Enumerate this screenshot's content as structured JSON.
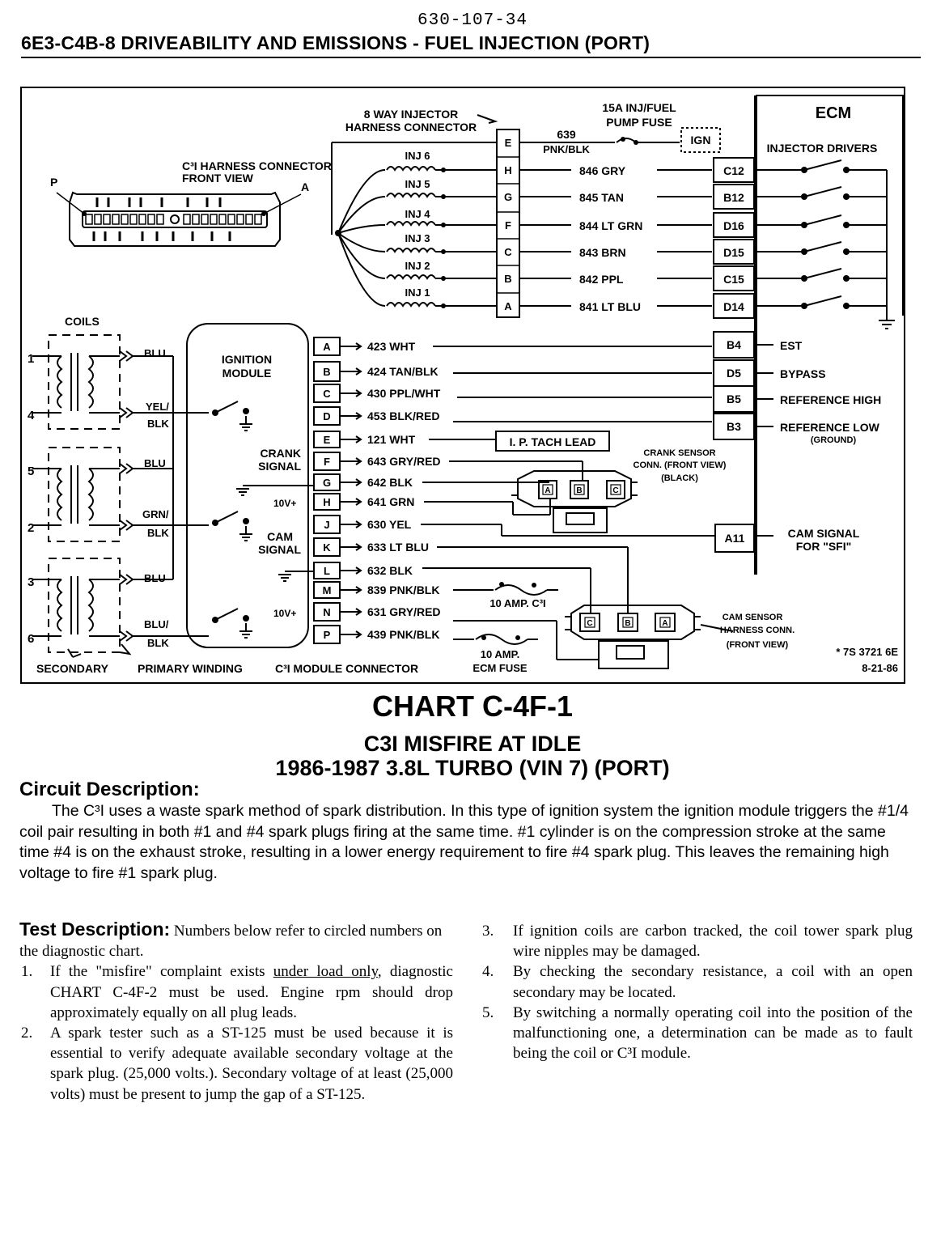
{
  "page": {
    "number": "630-107-34",
    "section_header": "6E3-C4B-8  DRIVEABILITY AND EMISSIONS - FUEL INJECTION (PORT)"
  },
  "diagram": {
    "c3i_connector": {
      "title_line1": "C³I HARNESS CONNECTOR",
      "title_line2": "FRONT VIEW",
      "pin_left": "P",
      "pin_right": "A"
    },
    "coils": {
      "label": "COILS",
      "numbers": [
        "1",
        "4",
        "5",
        "2",
        "3",
        "6"
      ],
      "wire_labels": [
        "BLU",
        "YEL/",
        "BLK",
        "BLU",
        "GRN/",
        "BLK",
        "BLU",
        "BLU/",
        "BLK"
      ],
      "secondary_label": "SECONDARY",
      "primary_label": "PRIMARY WINDING"
    },
    "ignition_module": {
      "title_line1": "IGNITION",
      "title_line2": "MODULE",
      "crank_line1": "CRANK",
      "crank_line2": "SIGNAL",
      "cam_line1": "CAM",
      "cam_line2": "SIGNAL",
      "v10_a": "10V+",
      "v10_b": "10V+",
      "connector_label": "C³I MODULE CONNECTOR"
    },
    "module_pins": [
      "A",
      "B",
      "C",
      "D",
      "E",
      "F",
      "G",
      "H",
      "J",
      "K",
      "L",
      "M",
      "N",
      "P"
    ],
    "module_wires": [
      "423 WHT",
      "424 TAN/BLK",
      "430 PPL/WHT",
      "453 BLK/RED",
      "121 WHT",
      "643 GRY/RED",
      "642 BLK",
      "641 GRN",
      "630 YEL",
      "633 LT BLU",
      "632 BLK",
      "839 PNK/BLK",
      "631 GRY/RED",
      "439 PNK/BLK"
    ],
    "injector_harness": {
      "label_line1": "8 WAY INJECTOR",
      "label_line2": "HARNESS CONNECTOR",
      "pins": [
        "E",
        "H",
        "G",
        "F",
        "C",
        "B",
        "A"
      ],
      "injectors": [
        "INJ 6",
        "INJ 5",
        "INJ 4",
        "INJ 3",
        "INJ 2",
        "INJ 1"
      ],
      "wires": [
        "846 GRY",
        "845 TAN",
        "844 LT GRN",
        "843 BRN",
        "842 PPL",
        "841 LT BLU"
      ],
      "power_wire_num": "639",
      "power_wire_color": "PNK/BLK"
    },
    "fuse_inj": {
      "line1": "15A INJ/FUEL",
      "line2": "PUMP FUSE",
      "ign": "IGN"
    },
    "ecm": {
      "title": "ECM",
      "injector_drivers": "INJECTOR DRIVERS",
      "driver_pins": [
        "C12",
        "B12",
        "D16",
        "D15",
        "C15",
        "D14"
      ],
      "signal_pins": [
        "B4",
        "D5",
        "B5",
        "B3"
      ],
      "signal_labels": [
        "EST",
        "BYPASS",
        "REFERENCE HIGH",
        "REFERENCE LOW"
      ],
      "ground_note": "(GROUND)",
      "cam_pin": "A11",
      "cam_label_line1": "CAM SIGNAL",
      "cam_label_line2": "FOR \"SFI\""
    },
    "tach_lead": "I. P. TACH LEAD",
    "crank_sensor": {
      "line1": "CRANK SENSOR",
      "line2": "CONN. (FRONT VIEW)",
      "line3": "(BLACK)",
      "pins": [
        "A",
        "B",
        "C"
      ]
    },
    "cam_sensor": {
      "line1": "CAM SENSOR",
      "line2": "HARNESS CONN.",
      "line3": "(FRONT VIEW)",
      "pins": [
        "C",
        "B",
        "A"
      ]
    },
    "fuse_c3i": "10 AMP. C³I",
    "fuse_ecm_line1": "10 AMP.",
    "fuse_ecm_line2": "ECM FUSE",
    "drawing_number": "* 7S 3721 6E",
    "drawing_date": "8-21-86"
  },
  "chart": {
    "title": "CHART C-4F-1",
    "subtitle_line1": "C3I MISFIRE AT IDLE",
    "subtitle_line2": "1986-1987  3.8L  TURBO  (VIN 7)  (PORT)"
  },
  "circuit_description": {
    "heading": "Circuit Description:",
    "body": "The C³I uses a waste spark method of spark distribution.  In this type of ignition system the ignition module triggers the #1/4 coil pair resulting in both #1 and #4 spark plugs firing at the same time.  #1 cylinder is on the compression stroke at the same time #4 is on the exhaust stroke, resulting in a lower energy requirement to fire #4 spark plug.  This leaves the remaining high voltage to fire #1 spark plug."
  },
  "test_description": {
    "heading": "Test Description:",
    "intro": "Numbers below refer to circled numbers on the diagnostic chart.",
    "step1_num": "1.",
    "step1_before": "If the \"misfire\" complaint exists ",
    "step1_underlined": "under load only",
    "step1_after": ", diagnostic CHART C-4F-2 must be used.  Engine rpm should drop approximately equally on all plug leads.",
    "step2_num": "2.",
    "step2": "A spark tester such as a ST-125 must be used because it is essential to verify adequate available secondary voltage at the spark plug. (25,000 volts.).  Secondary voltage of at least (25,000 volts) must be present to jump the gap of a ST-125.",
    "step3_num": "3.",
    "step3": "If ignition coils are carbon tracked, the coil tower spark plug wire nipples may be damaged.",
    "step4_num": "4.",
    "step4": "By checking the secondary resistance, a coil with an open secondary may be located.",
    "step5_num": "5.",
    "step5": "By switching a normally operating coil into the position of the malfunctioning one, a determination can be made as to fault being the coil or C³I module."
  }
}
